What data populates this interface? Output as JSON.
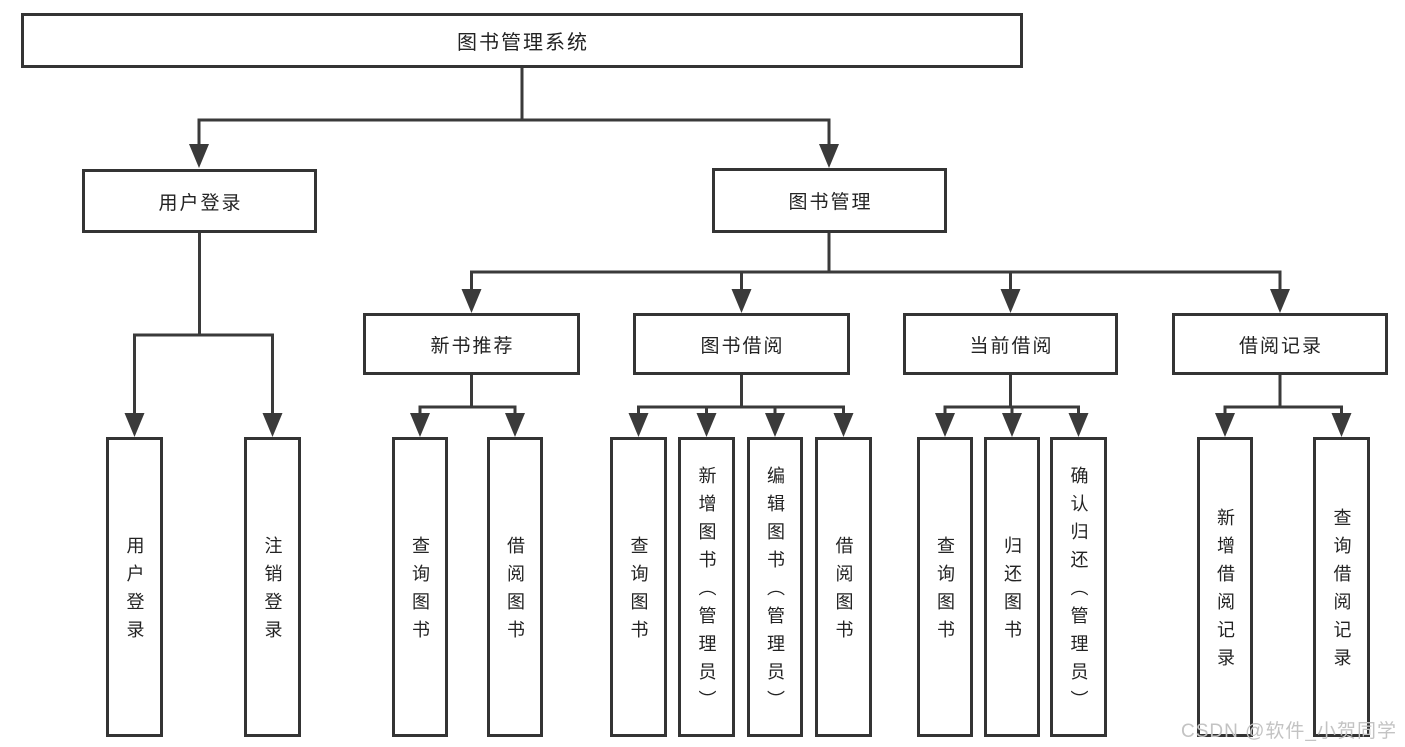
{
  "tree": {
    "label": "图书管理系统",
    "children": [
      {
        "label": "用户登录",
        "children": [
          {
            "label": "用户登录"
          },
          {
            "label": "注销登录"
          }
        ]
      },
      {
        "label": "图书管理",
        "children": [
          {
            "label": "新书推荐",
            "children": [
              {
                "label": "查询图书"
              },
              {
                "label": "借阅图书"
              }
            ]
          },
          {
            "label": "图书借阅",
            "children": [
              {
                "label": "查询图书"
              },
              {
                "label": "新增图书（管理员）"
              },
              {
                "label": "编辑图书（管理员）"
              },
              {
                "label": "借阅图书"
              }
            ]
          },
          {
            "label": "当前借阅",
            "children": [
              {
                "label": "查询图书"
              },
              {
                "label": "归还图书"
              },
              {
                "label": "确认归还（管理员）"
              }
            ]
          },
          {
            "label": "借阅记录",
            "children": [
              {
                "label": "新增借阅记录"
              },
              {
                "label": "查询借阅记录"
              }
            ]
          }
        ]
      }
    ]
  },
  "watermark": {
    "text": "CSDN @软件_小贺同学"
  },
  "colors": {
    "line": "#3a3a3a",
    "border": "#343434",
    "text": "#232323",
    "watermark": "#c3c3c3",
    "background": "#ffffff"
  }
}
